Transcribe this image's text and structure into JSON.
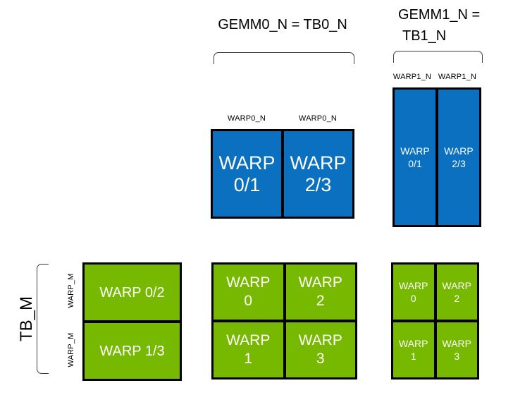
{
  "titles": {
    "gemm0": "GEMM0_N = TB0_N",
    "gemm1_line1": "GEMM1_N =",
    "gemm1_line2": "TB1_N"
  },
  "axis_labels": {
    "tb_m": "TB_M",
    "warp_m_top": "WARP_M",
    "warp_m_bottom": "WARP_M",
    "warp0_n_left": "WARP0_N",
    "warp0_n_right": "WARP0_N",
    "warp1_n_left": "WARP1_N",
    "warp1_n_right": "WARP1_N"
  },
  "colors": {
    "blue": "#0a70bf",
    "green": "#76b900",
    "border": "#000000",
    "bracket": "#3d3d3d",
    "cell_text": "#ffffff",
    "label_text": "#000000"
  },
  "groups": {
    "gemm0_accum": {
      "cells": [
        {
          "line1": "WARP",
          "line2": "0/1"
        },
        {
          "line1": "WARP",
          "line2": "2/3"
        }
      ]
    },
    "gemm1_accum": {
      "cells": [
        {
          "line1": "WARP",
          "line2": "0/1"
        },
        {
          "line1": "WARP",
          "line2": "2/3"
        }
      ]
    },
    "tb_rows": {
      "cells": [
        {
          "label": "WARP 0/2"
        },
        {
          "label": "WARP 1/3"
        }
      ]
    },
    "gemm0_warps": {
      "cells": [
        {
          "line1": "WARP",
          "line2": "0"
        },
        {
          "line1": "WARP",
          "line2": "2"
        },
        {
          "line1": "WARP",
          "line2": "1"
        },
        {
          "line1": "WARP",
          "line2": "3"
        }
      ]
    },
    "gemm1_warps": {
      "cells": [
        {
          "line1": "WARP",
          "line2": "0"
        },
        {
          "line1": "WARP",
          "line2": "2"
        },
        {
          "line1": "WARP",
          "line2": "1"
        },
        {
          "line1": "WARP",
          "line2": "3"
        }
      ]
    }
  }
}
